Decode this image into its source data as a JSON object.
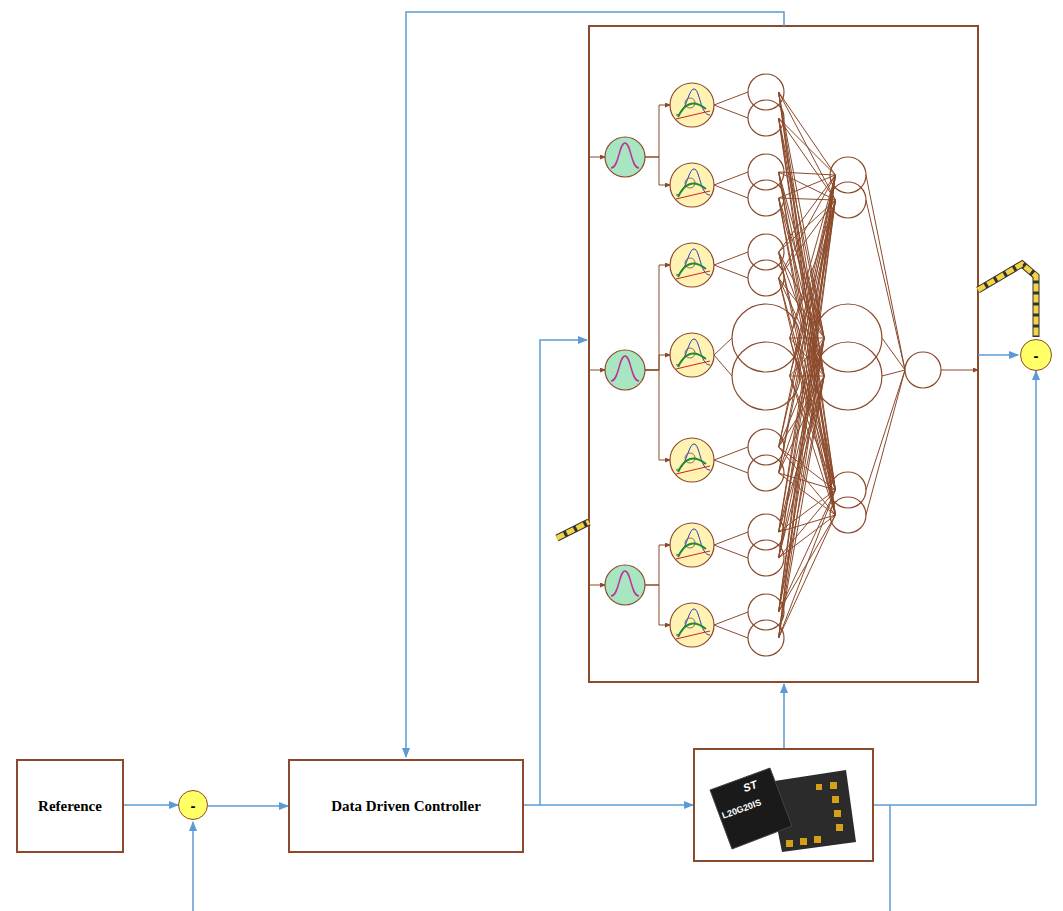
{
  "diagram": {
    "nodes": [
      {
        "text": [
          "Reference"
        ]
      },
      {
        "text": [
          "-"
        ]
      },
      {
        "text": [
          "Data Driven Controller"
        ]
      },
      {
        "text": [
          "ST",
          "L20G20IS"
        ]
      },
      {
        "text": [
          "-"
        ]
      }
    ],
    "edges": [
      {
        "from": 0,
        "to": 1,
        "arrow": "to"
      },
      {
        "from": 1,
        "to": 2,
        "arrow": "to"
      },
      {
        "from": 2,
        "to": 3,
        "arrow": "to"
      },
      {
        "from": 3,
        "to": 4,
        "arrow": "to"
      }
    ]
  }
}
